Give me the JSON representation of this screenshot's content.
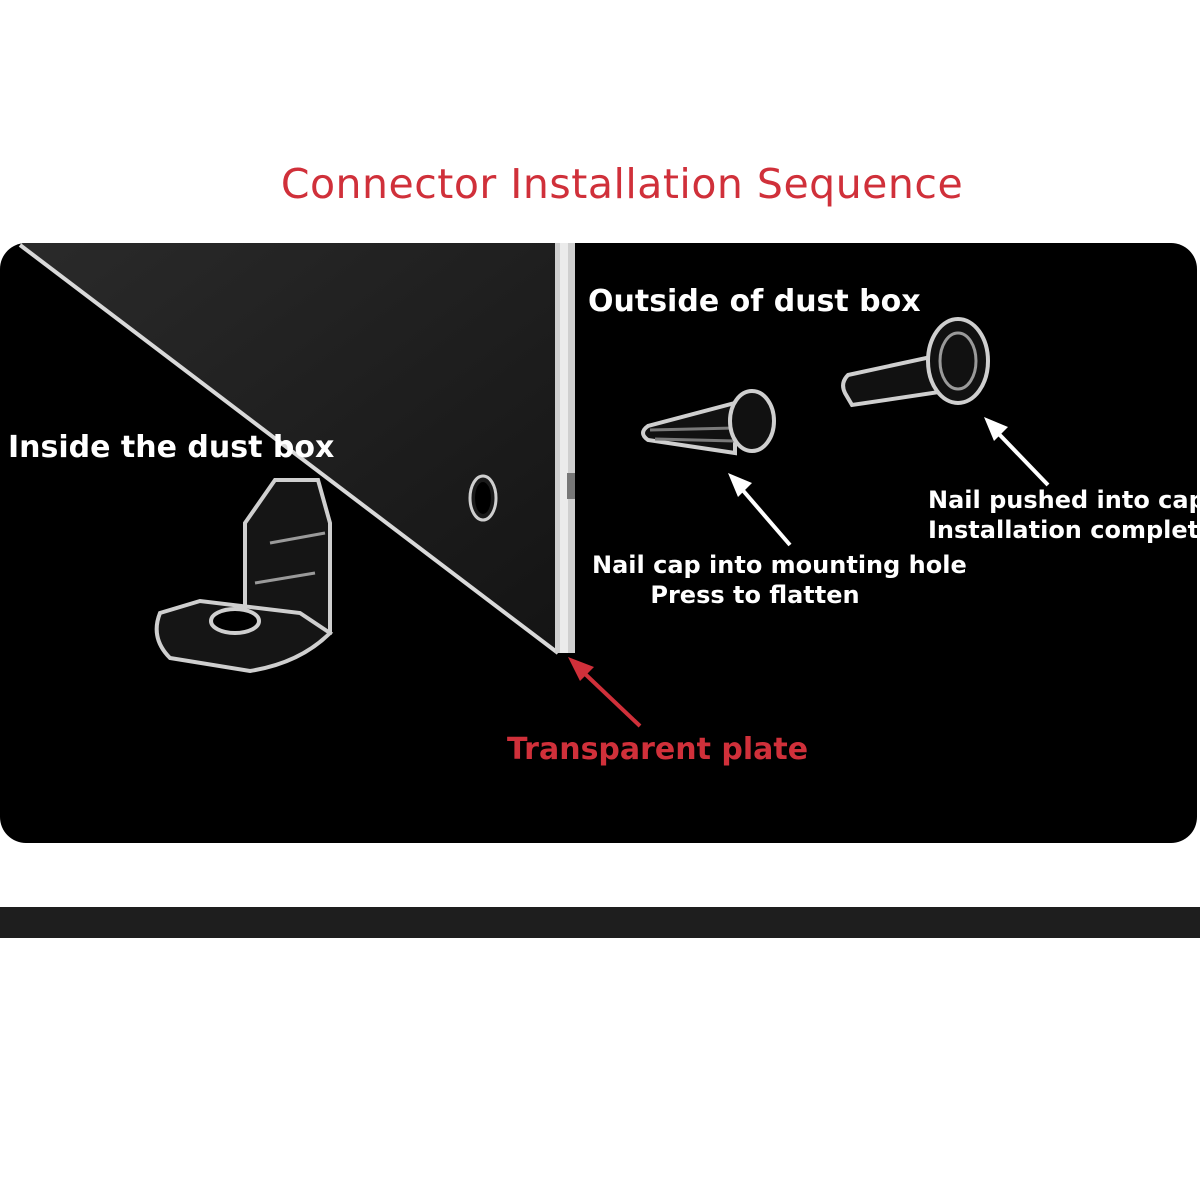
{
  "title": "Connector Installation Sequence",
  "labels": {
    "inside": "Inside the dust box",
    "outside": "Outside of dust box",
    "nail_cap_line1": "Nail cap into mounting hole",
    "nail_cap_line2": "Press to flatten",
    "nail_pushed_line1": "Nail pushed into cap",
    "nail_pushed_line2": "Installation completed",
    "plate": "Transparent plate"
  },
  "colors": {
    "accent": "#d0303a",
    "panel_background": "#000000",
    "label": "#ffffff",
    "bottom_bar": "#1e1e1e"
  }
}
